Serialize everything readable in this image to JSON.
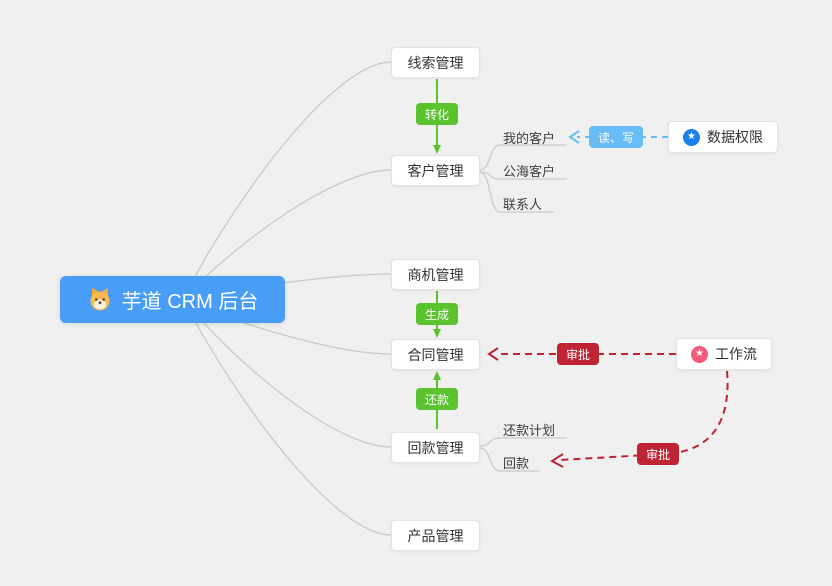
{
  "root": {
    "label": "芋道 CRM 后台"
  },
  "nodes": {
    "leads": {
      "label": "线索管理"
    },
    "customer": {
      "label": "客户管理"
    },
    "opportunity": {
      "label": "商机管理"
    },
    "contract": {
      "label": "合同管理"
    },
    "receivable": {
      "label": "回款管理"
    },
    "product": {
      "label": "产品管理"
    }
  },
  "customer_children": {
    "my_customer": {
      "label": "我的客户"
    },
    "public_customer": {
      "label": "公海客户"
    },
    "contact": {
      "label": "联系人"
    }
  },
  "receivable_children": {
    "repayment_plan": {
      "label": "还款计划"
    },
    "repayment": {
      "label": "回款"
    }
  },
  "edge_labels": {
    "convert": "转化",
    "generate": "生成",
    "repay": "还款",
    "read_write": "读、写",
    "approve_contract": "审批",
    "approve_repayment": "审批"
  },
  "feature_nodes": {
    "data_permission": {
      "label": "数据权限"
    },
    "workflow": {
      "label": "工作流"
    }
  },
  "icons": {
    "star": "★"
  },
  "colors": {
    "background": "#f0f0f1",
    "root_bg": "#489df6",
    "green": "#5ac32e",
    "light_blue": "#68bdf6",
    "red": "#bf2433",
    "connector": "#c9c9c9",
    "node_border": "#e3e3e3"
  }
}
